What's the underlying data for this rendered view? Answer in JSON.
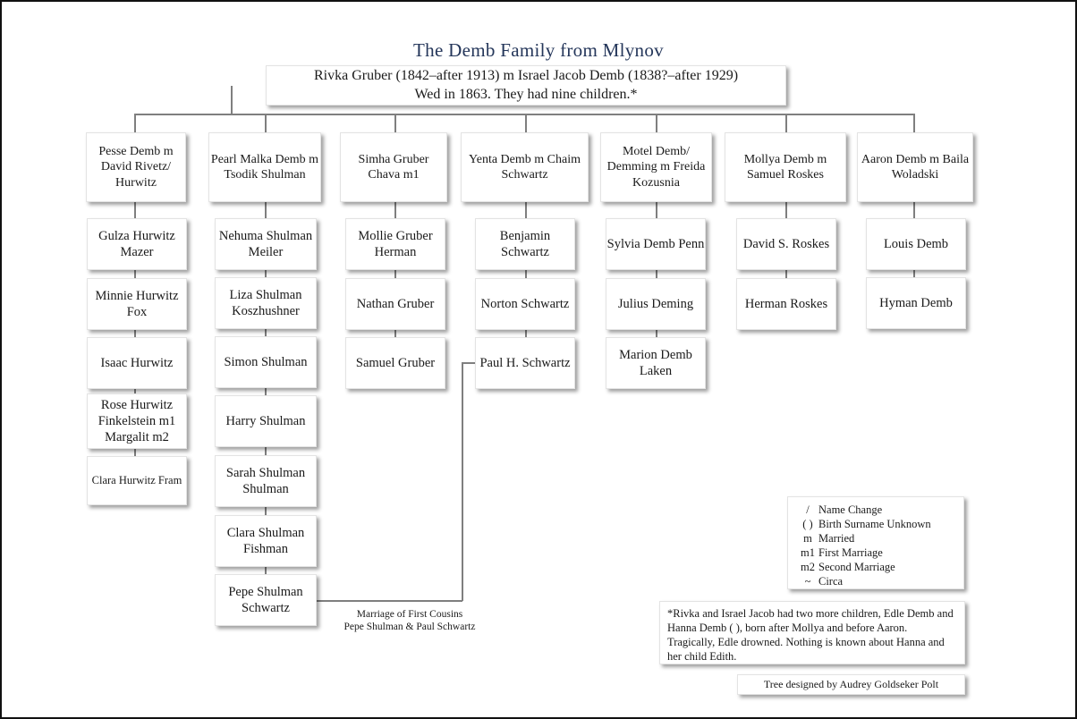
{
  "title": "The Demb Family from Mlynov",
  "root": {
    "line1": "Rivka Gruber (1842–after 1913) m Israel  Jacob Demb (1838?–after 1929)",
    "line2": "Wed in 1863.  They had nine children.*"
  },
  "children": [
    {
      "name": "Pesse Demb m David Rivetz/ Hurwitz",
      "kids": [
        "Gulza Hurwitz Mazer",
        "Minnie Hurwitz Fox",
        "Isaac Hurwitz",
        "Rose Hurwitz Finkelstein m1 Margalit m2",
        "Clara Hurwitz Fram"
      ]
    },
    {
      "name": "Pearl Malka Demb m Tsodik Shulman",
      "kids": [
        "Nehuma Shulman Meiler",
        "Liza Shulman Koszhushner",
        "Simon Shulman",
        "Harry Shulman",
        "Sarah Shulman Shulman",
        "Clara Shulman Fishman",
        "Pepe Shulman Schwartz"
      ]
    },
    {
      "name": "Simha Gruber Chava m1",
      "kids": [
        "Mollie Gruber Herman",
        "Nathan Gruber",
        "Samuel Gruber"
      ]
    },
    {
      "name": "Yenta Demb m Chaim Schwartz",
      "kids": [
        "Benjamin Schwartz",
        "Norton Schwartz",
        "Paul H. Schwartz"
      ]
    },
    {
      "name": "Motel Demb/ Demming m Freida Kozusnia",
      "kids": [
        "Sylvia Demb Penn",
        "Julius Deming",
        "Marion Demb Laken"
      ]
    },
    {
      "name": "Mollya Demb m Samuel Roskes",
      "kids": [
        "David S. Roskes",
        "Herman Roskes"
      ]
    },
    {
      "name": "Aaron Demb m Baila Woladski",
      "kids": [
        "Louis Demb",
        "Hyman Demb"
      ]
    }
  ],
  "marriage_note": {
    "line1": "Marriage of First Cousins",
    "line2": "Pepe Shulman & Paul Schwartz"
  },
  "legend": [
    {
      "symbol": "/",
      "meaning": "Name Change"
    },
    {
      "symbol": "( )",
      "meaning": "Birth Surname Unknown"
    },
    {
      "symbol": "m",
      "meaning": "Married"
    },
    {
      "symbol": "m1",
      "meaning": "First Marriage"
    },
    {
      "symbol": "m2",
      "meaning": "Second Marriage"
    },
    {
      "symbol": "~",
      "meaning": "Circa"
    }
  ],
  "footnote": "*Rivka and Israel Jacob had two more children, Edle Demb and Hanna Demb ( ), born after Mollya and before Aaron.  Tragically,  Edle drowned. Nothing is known about  Hanna and her child Edith.",
  "credit": "Tree designed by Audrey Goldseker Polt"
}
